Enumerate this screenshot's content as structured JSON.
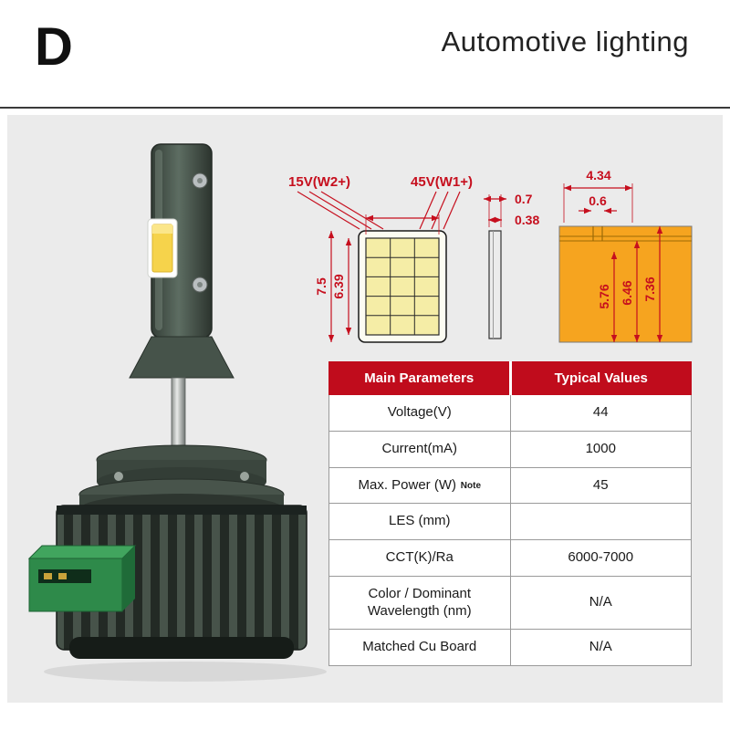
{
  "header": {
    "letter": "D",
    "title": "Automotive lighting"
  },
  "diagram": {
    "label_w2": "15V(W2+)",
    "label_w1": "45V(W1+)",
    "front_view": {
      "height_outer": "7.5",
      "height_inner": "6.39"
    },
    "side_view": {
      "width_outer": "0.7",
      "width_inner": "0.38"
    },
    "board_view": {
      "width_top": "4.34",
      "gap_width": "0.6",
      "height_1": "5.76",
      "height_2": "6.46",
      "height_3": "7.36"
    }
  },
  "table": {
    "headers": [
      "Main Parameters",
      "Typical Values"
    ],
    "rows": [
      {
        "param": "Voltage(V)",
        "value": "44"
      },
      {
        "param": "Current(mA)",
        "value": "1000"
      },
      {
        "param": "Max. Power (W)",
        "note": "Note",
        "value": "45"
      },
      {
        "param": "LES (mm)",
        "value": ""
      },
      {
        "param": "CCT(K)/Ra",
        "value": "6000-7000"
      },
      {
        "param": "Color / Dominant Wavelength (nm)",
        "value": "N/A"
      },
      {
        "param": "Matched Cu Board",
        "value": "N/A"
      }
    ]
  },
  "colors": {
    "accent_red": "#c00c1c",
    "orange": "#f6a41f",
    "panel_bg": "#ebebeb"
  }
}
